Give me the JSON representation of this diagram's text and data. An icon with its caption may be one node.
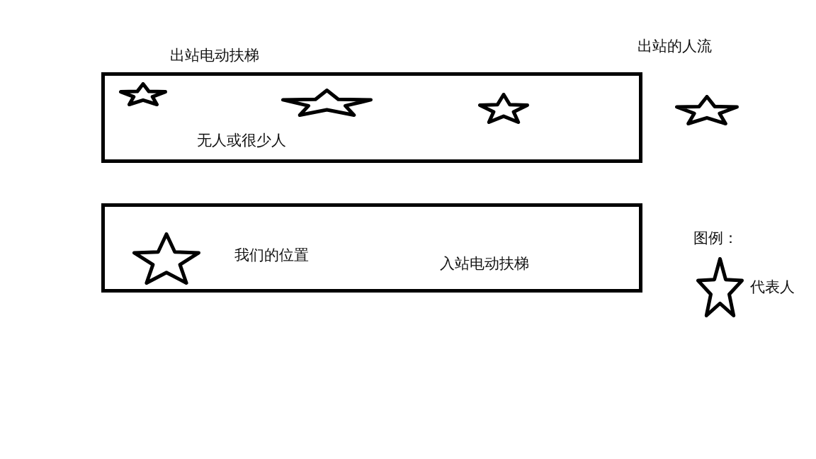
{
  "diagram": {
    "nodes": [
      {
        "text": [
          "出站电动扶梯",
          "无人或很少人"
        ]
      },
      {
        "text": [
          "我们的位置",
          "入站电动扶梯"
        ]
      }
    ],
    "labels": [
      "出站的人流",
      "图例："
    ],
    "legend": [
      {
        "text": "代表人"
      }
    ]
  }
}
